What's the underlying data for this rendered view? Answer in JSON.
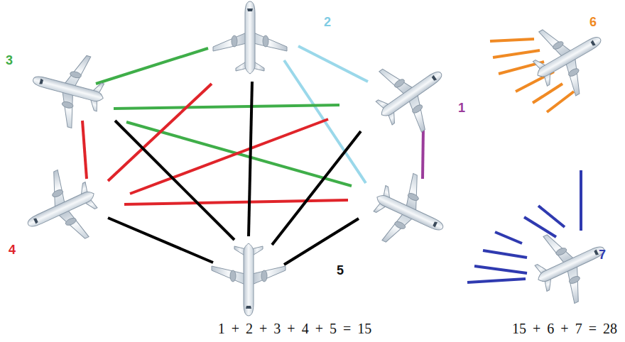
{
  "diagram": {
    "labels": [
      "3",
      "2",
      "6",
      "1",
      "4",
      "7",
      "5",
      "1 + 2 + 3 + 4 + 5 = 15",
      "15 + 6 + 7 = 28"
    ]
  }
}
